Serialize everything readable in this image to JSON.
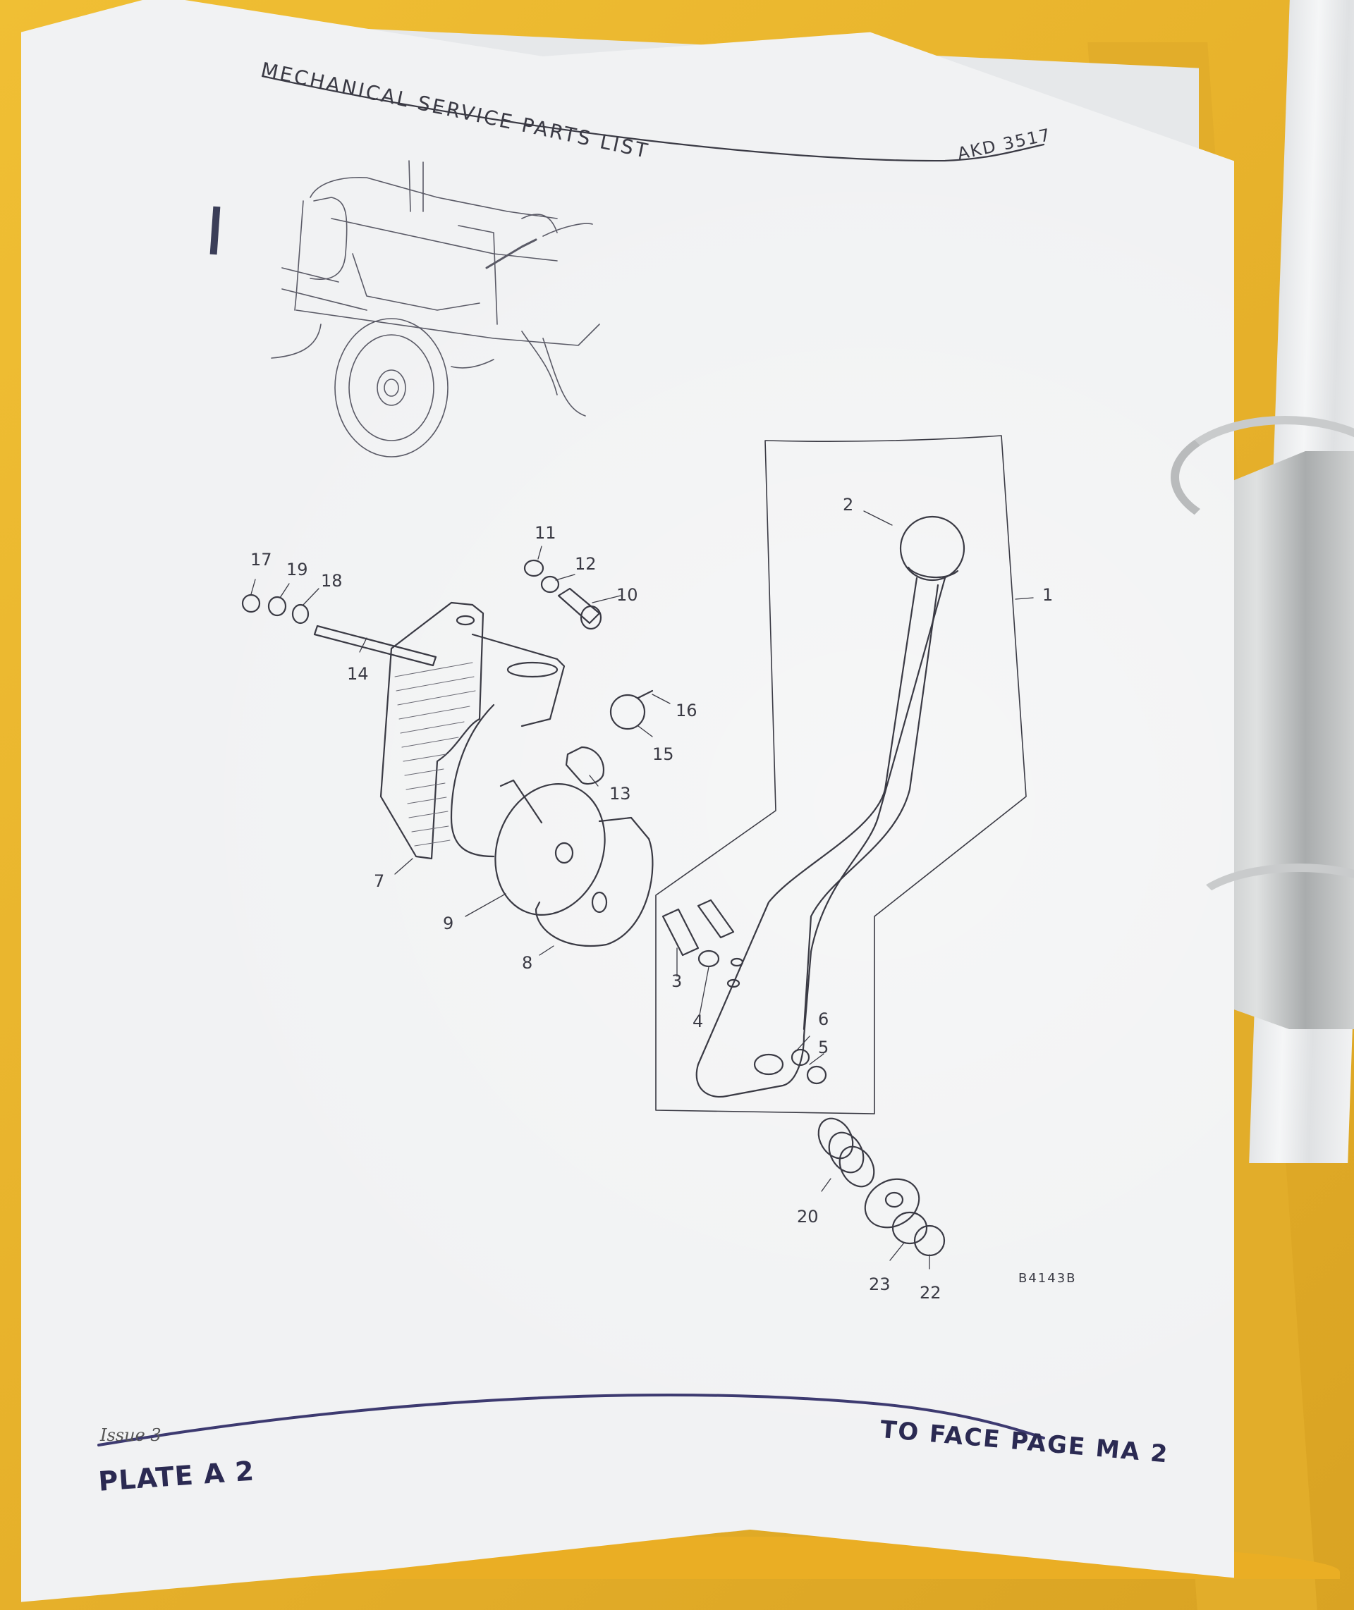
{
  "document": {
    "header": {
      "title": "MECHANICAL SERVICE PARTS LIST",
      "code": "AKD 3517"
    },
    "footer": {
      "issue": "Issue 3",
      "plate": "PLATE A 2",
      "face_page": "TO FACE PAGE MA 2"
    },
    "drawing_code": "B4143B",
    "callouts": [
      "1",
      "2",
      "3",
      "4",
      "5",
      "6",
      "7",
      "8",
      "9",
      "10",
      "11",
      "12",
      "13",
      "14",
      "15",
      "16",
      "17",
      "18",
      "19",
      "20",
      "22",
      "23"
    ]
  },
  "colors": {
    "binder_yellow": "#e9b52b",
    "paper": "#f1f2f3",
    "ink_dark": "#3a3a44",
    "footer_ink": "#2b2a52",
    "ring_metal": "#c9cbcc"
  }
}
